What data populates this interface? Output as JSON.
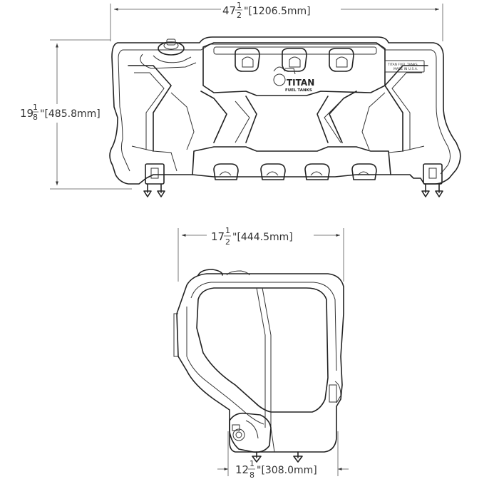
{
  "dims": {
    "width": {
      "whole": "47",
      "num": "1",
      "den": "2",
      "mm": "\"[1206.5mm]"
    },
    "height": {
      "whole": "19",
      "num": "1",
      "den": "8",
      "mm": "\"[485.8mm]"
    },
    "depth_top": {
      "whole": "17",
      "num": "1",
      "den": "2",
      "mm": "\"[444.5mm]"
    },
    "depth_bottom": {
      "whole": "12",
      "num": "1",
      "den": "8",
      "mm": "\"[308.0mm]"
    }
  },
  "logo": {
    "brand": "TITAN",
    "sub": "FUEL TANKS"
  },
  "label": {
    "line1": "TITAN FUEL TANKS",
    "line2": "MADE IN U.S.A."
  }
}
